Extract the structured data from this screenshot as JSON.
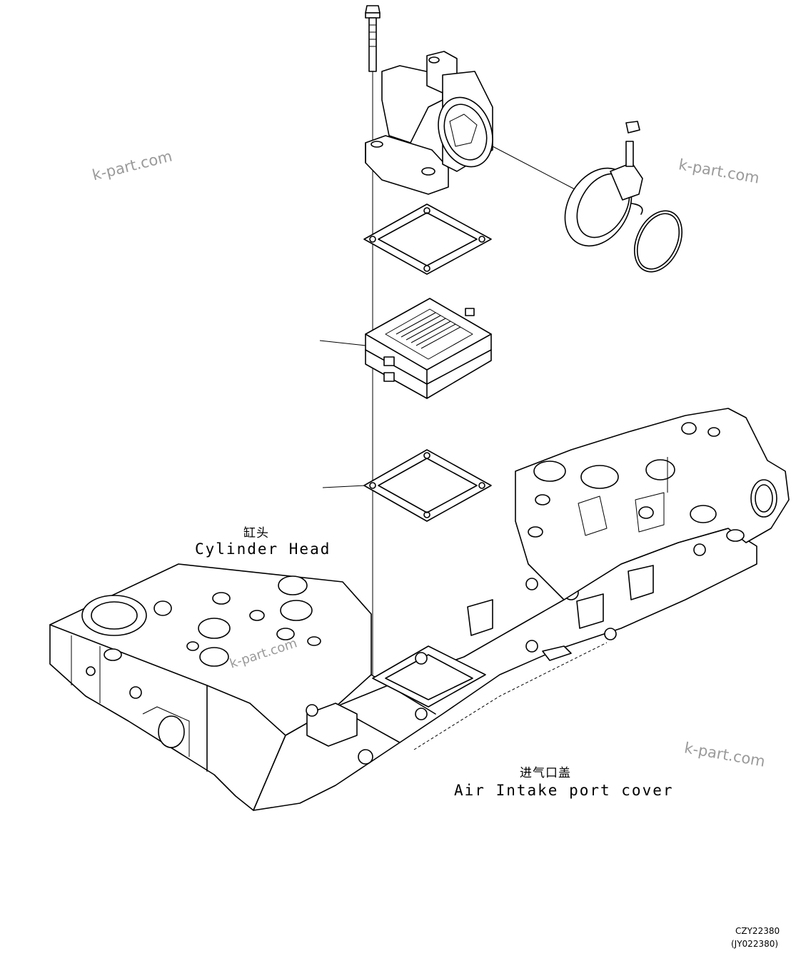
{
  "labels": {
    "cylinder_head_cn": "缸头",
    "cylinder_head_en": "Cylinder Head",
    "intake_cover_cn": "进气口盖",
    "intake_cover_en": "Air Intake port cover"
  },
  "watermarks": [
    "k-part.com",
    "k-part.com",
    "k-part.com",
    "k-part.com"
  ],
  "figure_codes": [
    "CZY22380",
    "(JY022380)"
  ],
  "colors": {
    "line": "#000000",
    "watermark": "#9a9a9a",
    "background": "#ffffff"
  }
}
